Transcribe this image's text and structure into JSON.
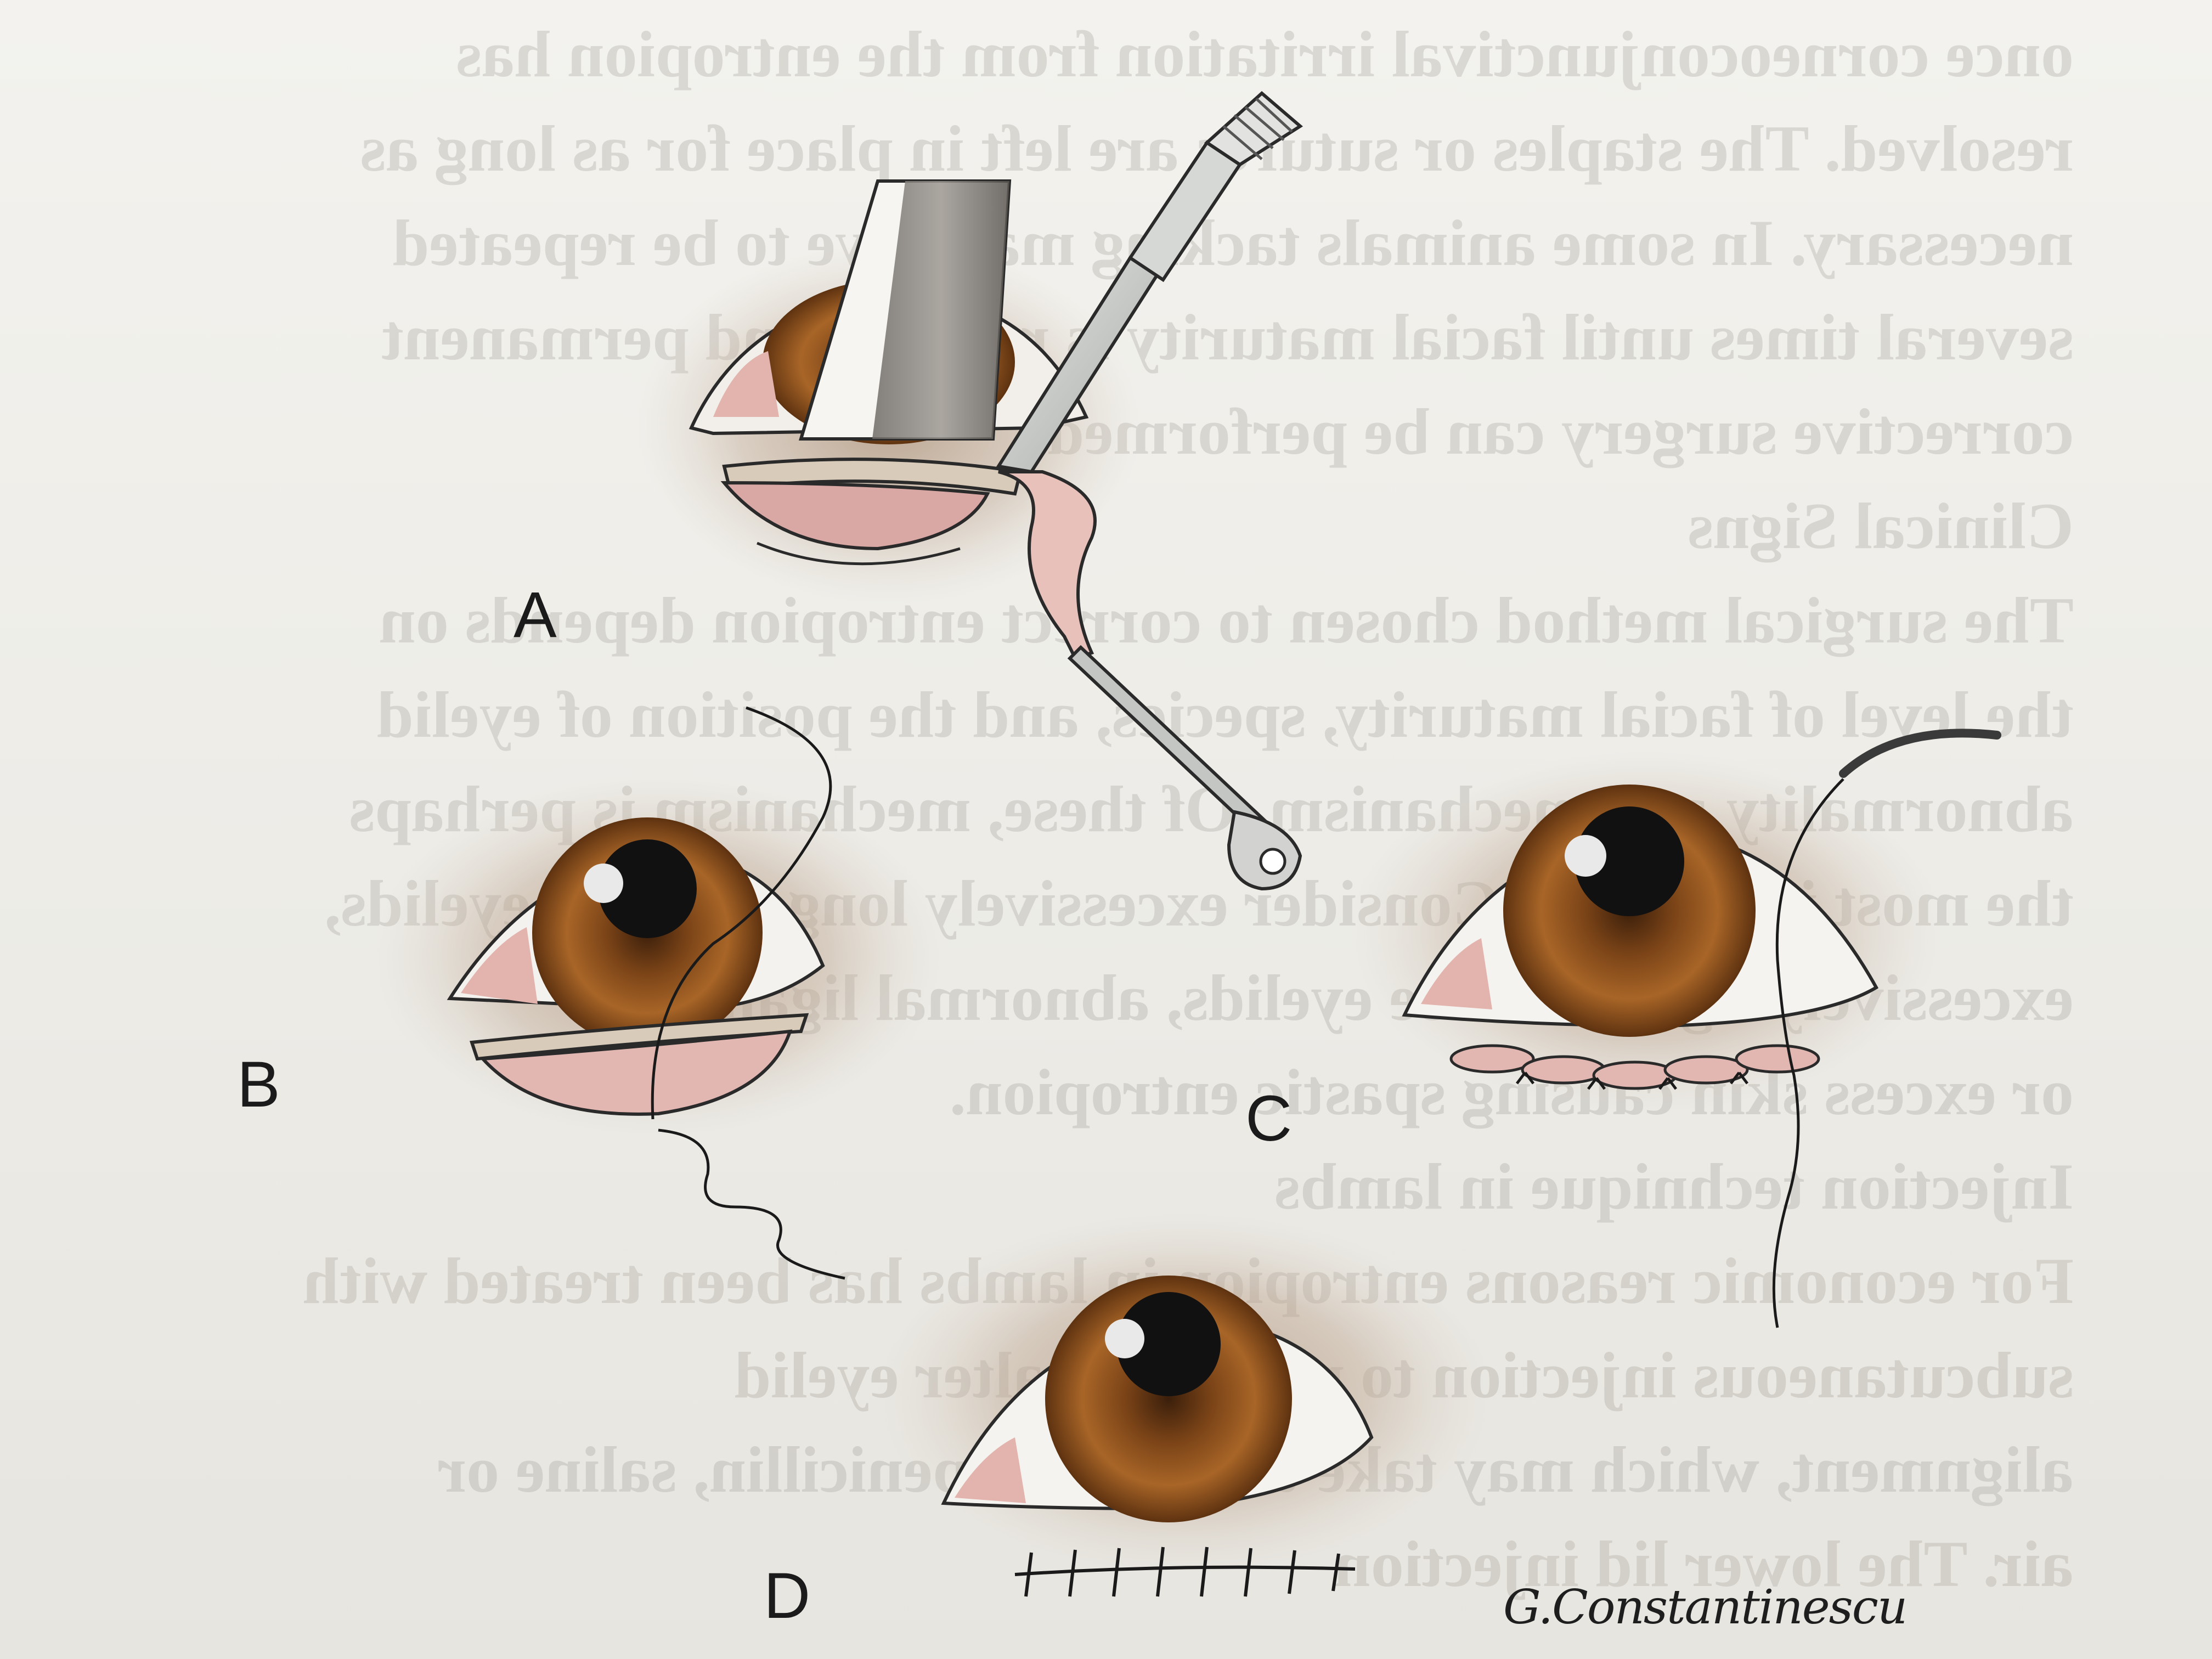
{
  "labels": {
    "a": "A",
    "b": "B",
    "c": "C",
    "d": "D"
  },
  "signature": "G.Constantinescu",
  "bleed_through_lines": [
    "once corneoconjunctival irritation from the entropion has",
    "resolved. The staples or sutures are left in place for as long as",
    "necessary. In some animals tacking may have to be repeated",
    "several times until facial maturity is reached and permanent",
    "corrective surgery can be performed.",
    "Clinical Signs",
    "The surgical method chosen to correct entropion depends on",
    "the level of facial maturity, species, and the position of eyelid",
    "abnormality and mechanism. Of these, mechanism is perhaps",
    "the most important. Consider excessively long or short eyelids,",
    "excessively tight or loose eyelids, abnormal ligaments",
    "or excess skin causing spastic entropion.",
    "Injection technique in lambs",
    "For economic reasons entropion in lambs has been treated with",
    "subcutaneous injection to physically alter eyelid",
    "alignment, which may take the form of penicillin, saline or",
    "air. The lower lid injection"
  ],
  "colors": {
    "iris": "#9a5a22",
    "iris_dark": "#5e3210",
    "pupil": "#111111",
    "lid_shadow": "#b99e86",
    "conjunctiva": "#e3b3ae",
    "ink": "#1a1a1a",
    "blade": "#c9cbc8",
    "skin_flap": "#e8c1bb"
  }
}
